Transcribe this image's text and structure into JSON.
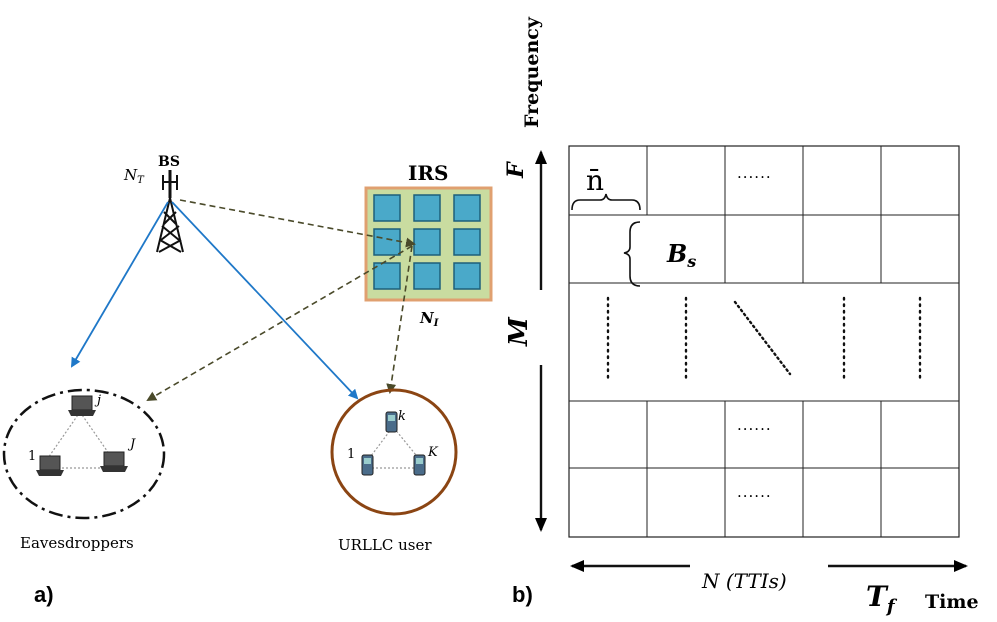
{
  "panel_a": {
    "label": "a)",
    "bs": {
      "label": "BS",
      "antenna_label": "N",
      "antenna_sub": "T"
    },
    "irs": {
      "label": "IRS",
      "elements_label": "N",
      "elements_sub": "I",
      "grid_rows": 3,
      "grid_cols": 3
    },
    "eavesdroppers": {
      "caption": "Eavesdroppers",
      "node_labels": [
        "j",
        "1",
        "J"
      ]
    },
    "urllc": {
      "caption": "URLLC user",
      "node_labels": [
        "k",
        "1",
        "K"
      ]
    },
    "colors": {
      "direct_link": "#1f78c8",
      "irs_link": "#4a4a2a",
      "irs_fill": "#c9dca0",
      "irs_border": "#e0a070",
      "irs_cell": "#4aa9c9",
      "urllc_circle": "#8b4513"
    }
  },
  "panel_b": {
    "label": "b)",
    "axis_frequency": "Frequency",
    "axis_time": "Time",
    "f_label": "F",
    "m_label": "M",
    "n_tti_label": "N (TTIs)",
    "tf_label": "T",
    "tf_sub": "f",
    "nbar_label": "n̄",
    "bs_label": "B",
    "bs_sub": "s",
    "row_dots": "......"
  }
}
